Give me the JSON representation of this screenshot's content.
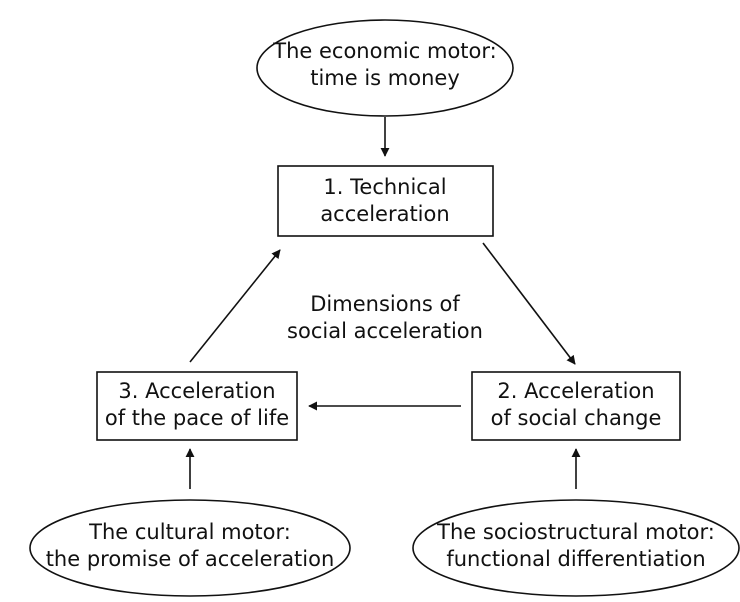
{
  "diagram": {
    "center_label": [
      "Dimensions of",
      "social acceleration"
    ],
    "boxes": {
      "technical": [
        "1. Technical",
        "acceleration"
      ],
      "social_change": [
        "2. Acceleration",
        "of social change"
      ],
      "pace_of_life": [
        "3. Acceleration",
        "of the pace of life"
      ]
    },
    "motors": {
      "economic": [
        "The economic motor:",
        "time is money"
      ],
      "sociostructural": [
        "The sociostructural motor:",
        "functional differentiation"
      ],
      "cultural": [
        "The cultural motor:",
        "the promise of acceleration"
      ]
    },
    "colors": {
      "stroke": "#111111",
      "background": "#ffffff"
    }
  }
}
